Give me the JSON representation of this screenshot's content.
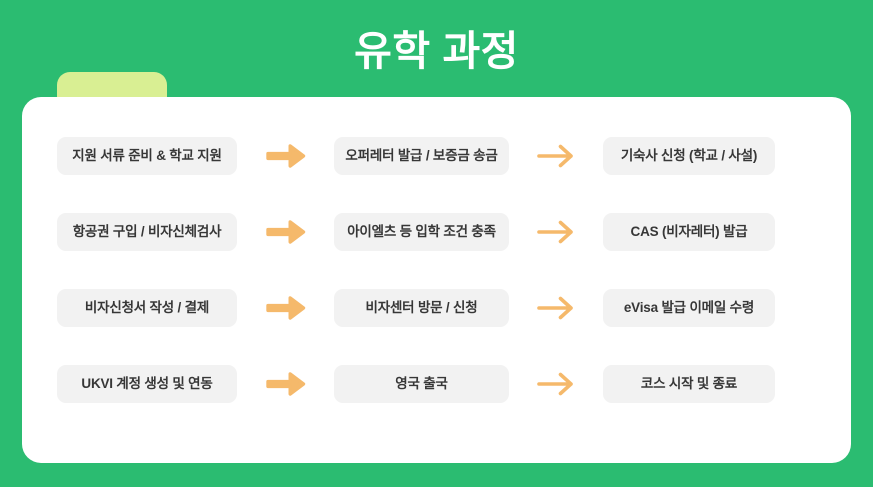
{
  "page": {
    "title": "유학 과정",
    "background_color": "#2bbc71",
    "card_color": "#ffffff",
    "tab_color": "#d9ef93",
    "step_box_color": "#f2f2f2",
    "step_text_color": "#373737",
    "arrow_color": "#f5b96b"
  },
  "flow": {
    "arrow_icon": "arrow-right-icon",
    "rows": [
      {
        "step1": "지원 서류 준비 & 학교 지원",
        "arrow1": "→",
        "step2": "오퍼레터 발급 / 보증금 송금",
        "arrow2": "→",
        "step3": "기숙사 신청 (학교 / 사설)"
      },
      {
        "step1": "항공권 구입 / 비자신체검사",
        "arrow1": "→",
        "step2": "아이엘츠 등 입학 조건 충족",
        "arrow2": "→",
        "step3": "CAS (비자레터) 발급"
      },
      {
        "step1": "비자신청서 작성 / 결제",
        "arrow1": "→",
        "step2": "비자센터 방문 / 신청",
        "arrow2": "→",
        "step3": "eVisa 발급 이메일 수령"
      },
      {
        "step1": "UKVI 계정 생성 및 연동",
        "arrow1": "→",
        "step2": "영국 출국",
        "arrow2": "→",
        "step3": "코스 시작 및 종료"
      }
    ]
  }
}
